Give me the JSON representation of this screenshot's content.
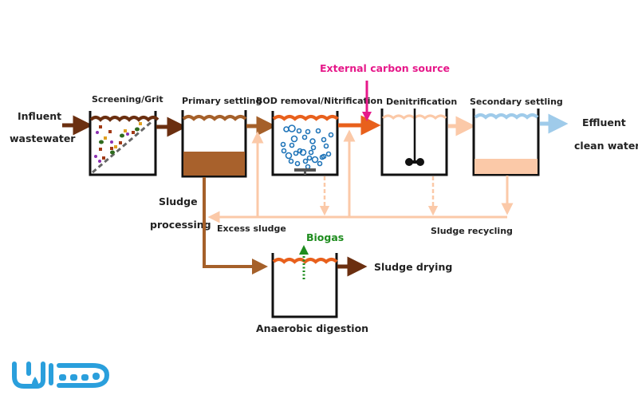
{
  "title": "Wastewater treatment process",
  "inputs": {
    "influent_line1": "Influent",
    "influent_line2": "wastewater",
    "external_carbon": "External carbon source"
  },
  "stages": [
    {
      "id": "screening",
      "label": "Screening/Grit"
    },
    {
      "id": "primary",
      "label": "Primary settling"
    },
    {
      "id": "bod",
      "label": "BOD removal/Nitrification"
    },
    {
      "id": "denitrification",
      "label": "Denitrification"
    },
    {
      "id": "secondary",
      "label": "Secondary settling"
    }
  ],
  "outputs": {
    "effluent_line1": "Effluent",
    "effluent_line2": "clean water",
    "sludge_drying": "Sludge drying",
    "biogas": "Biogas"
  },
  "sludge": {
    "processing_line1": "Sludge",
    "processing_line2": "processing",
    "excess": "Excess sludge",
    "recycling": "Sludge recycling",
    "digestion": "Anaerobic digestion"
  },
  "colors": {
    "dark_brown": "#6b2f10",
    "brown": "#a5602a",
    "sludge_fill": "#a8612c",
    "orange": "#e8601c",
    "peach": "#fbc9a8",
    "light_blue": "#9fcbea",
    "bubble_blue": "#1f74b8",
    "magenta": "#e6198a",
    "green": "#1e8c1e",
    "logo_blue": "#2a9fdc"
  },
  "logo": {
    "name": "wido-logo"
  }
}
